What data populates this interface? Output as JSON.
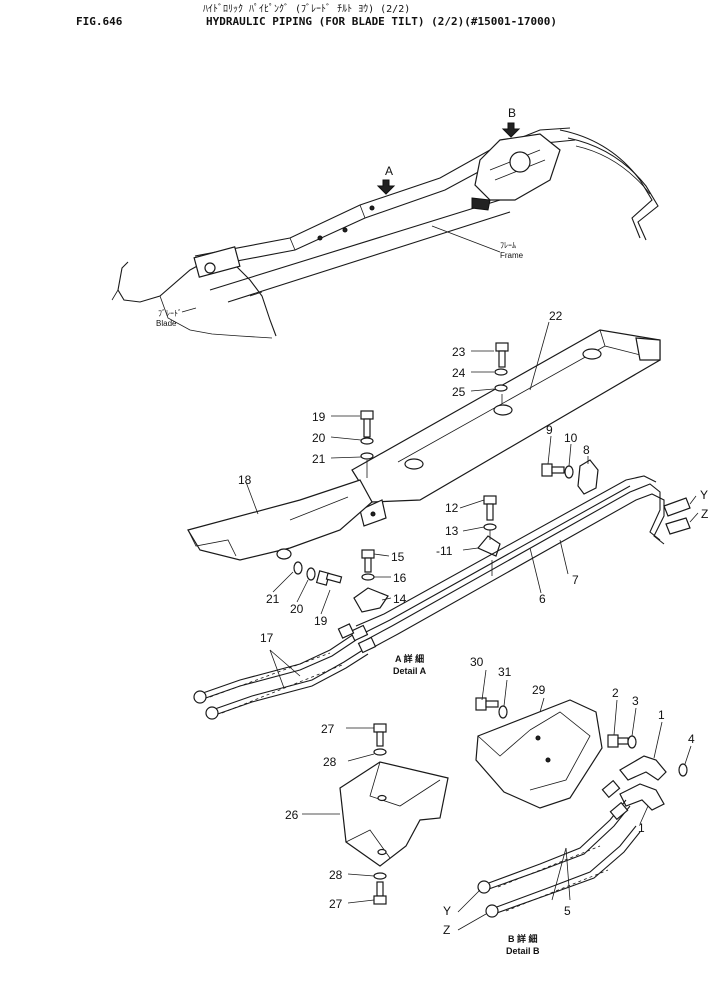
{
  "header": {
    "figure_number": "FIG.646",
    "title_jp": "ﾊｲﾄﾞﾛﾘｯｸ ﾊﾟｲﾋﾟﾝｸﾞ (ﾌﾞﾚｰﾄﾞ ﾁﾙﾄ ﾖｳ) (2/2)",
    "title_en": "HYDRAULIC PIPING (FOR BLADE TILT) (2/2)(#15001-17000)"
  },
  "overview": {
    "view_arrow_a": "A",
    "view_arrow_b": "B",
    "frame_label_jp": "ﾌﾚｰﾑ",
    "frame_label_en": "Frame",
    "blade_label_jp": "ﾌﾞﾚｰﾄﾞ",
    "blade_label_en": "Blade"
  },
  "detail_a": {
    "label_jp": "A 詳 細",
    "label_en": "Detail A"
  },
  "detail_b": {
    "label_jp": "B 詳 細",
    "label_en": "Detail B"
  },
  "callouts": {
    "p1a": "1",
    "p1b": "1",
    "p2": "2",
    "p3": "3",
    "p4": "4",
    "p5": "5",
    "p6": "6",
    "p7": "7",
    "p8": "8",
    "p9": "9",
    "p10": "10",
    "p11": "-11",
    "p12": "12",
    "p13": "13",
    "p14": "14",
    "p15": "15",
    "p16": "16",
    "p17": "17",
    "p18": "18",
    "p19a": "19",
    "p19b": "19",
    "p20a": "20",
    "p20b": "20",
    "p21a": "21",
    "p21b": "21",
    "p22": "22",
    "p23": "23",
    "p24": "24",
    "p25": "25",
    "p26": "26",
    "p27a": "27",
    "p27b": "27",
    "p28a": "28",
    "p28b": "28",
    "p29": "29",
    "p30": "30",
    "p31": "31",
    "ya": "Y",
    "za": "Z",
    "yb": "Y",
    "zb": "Z"
  }
}
